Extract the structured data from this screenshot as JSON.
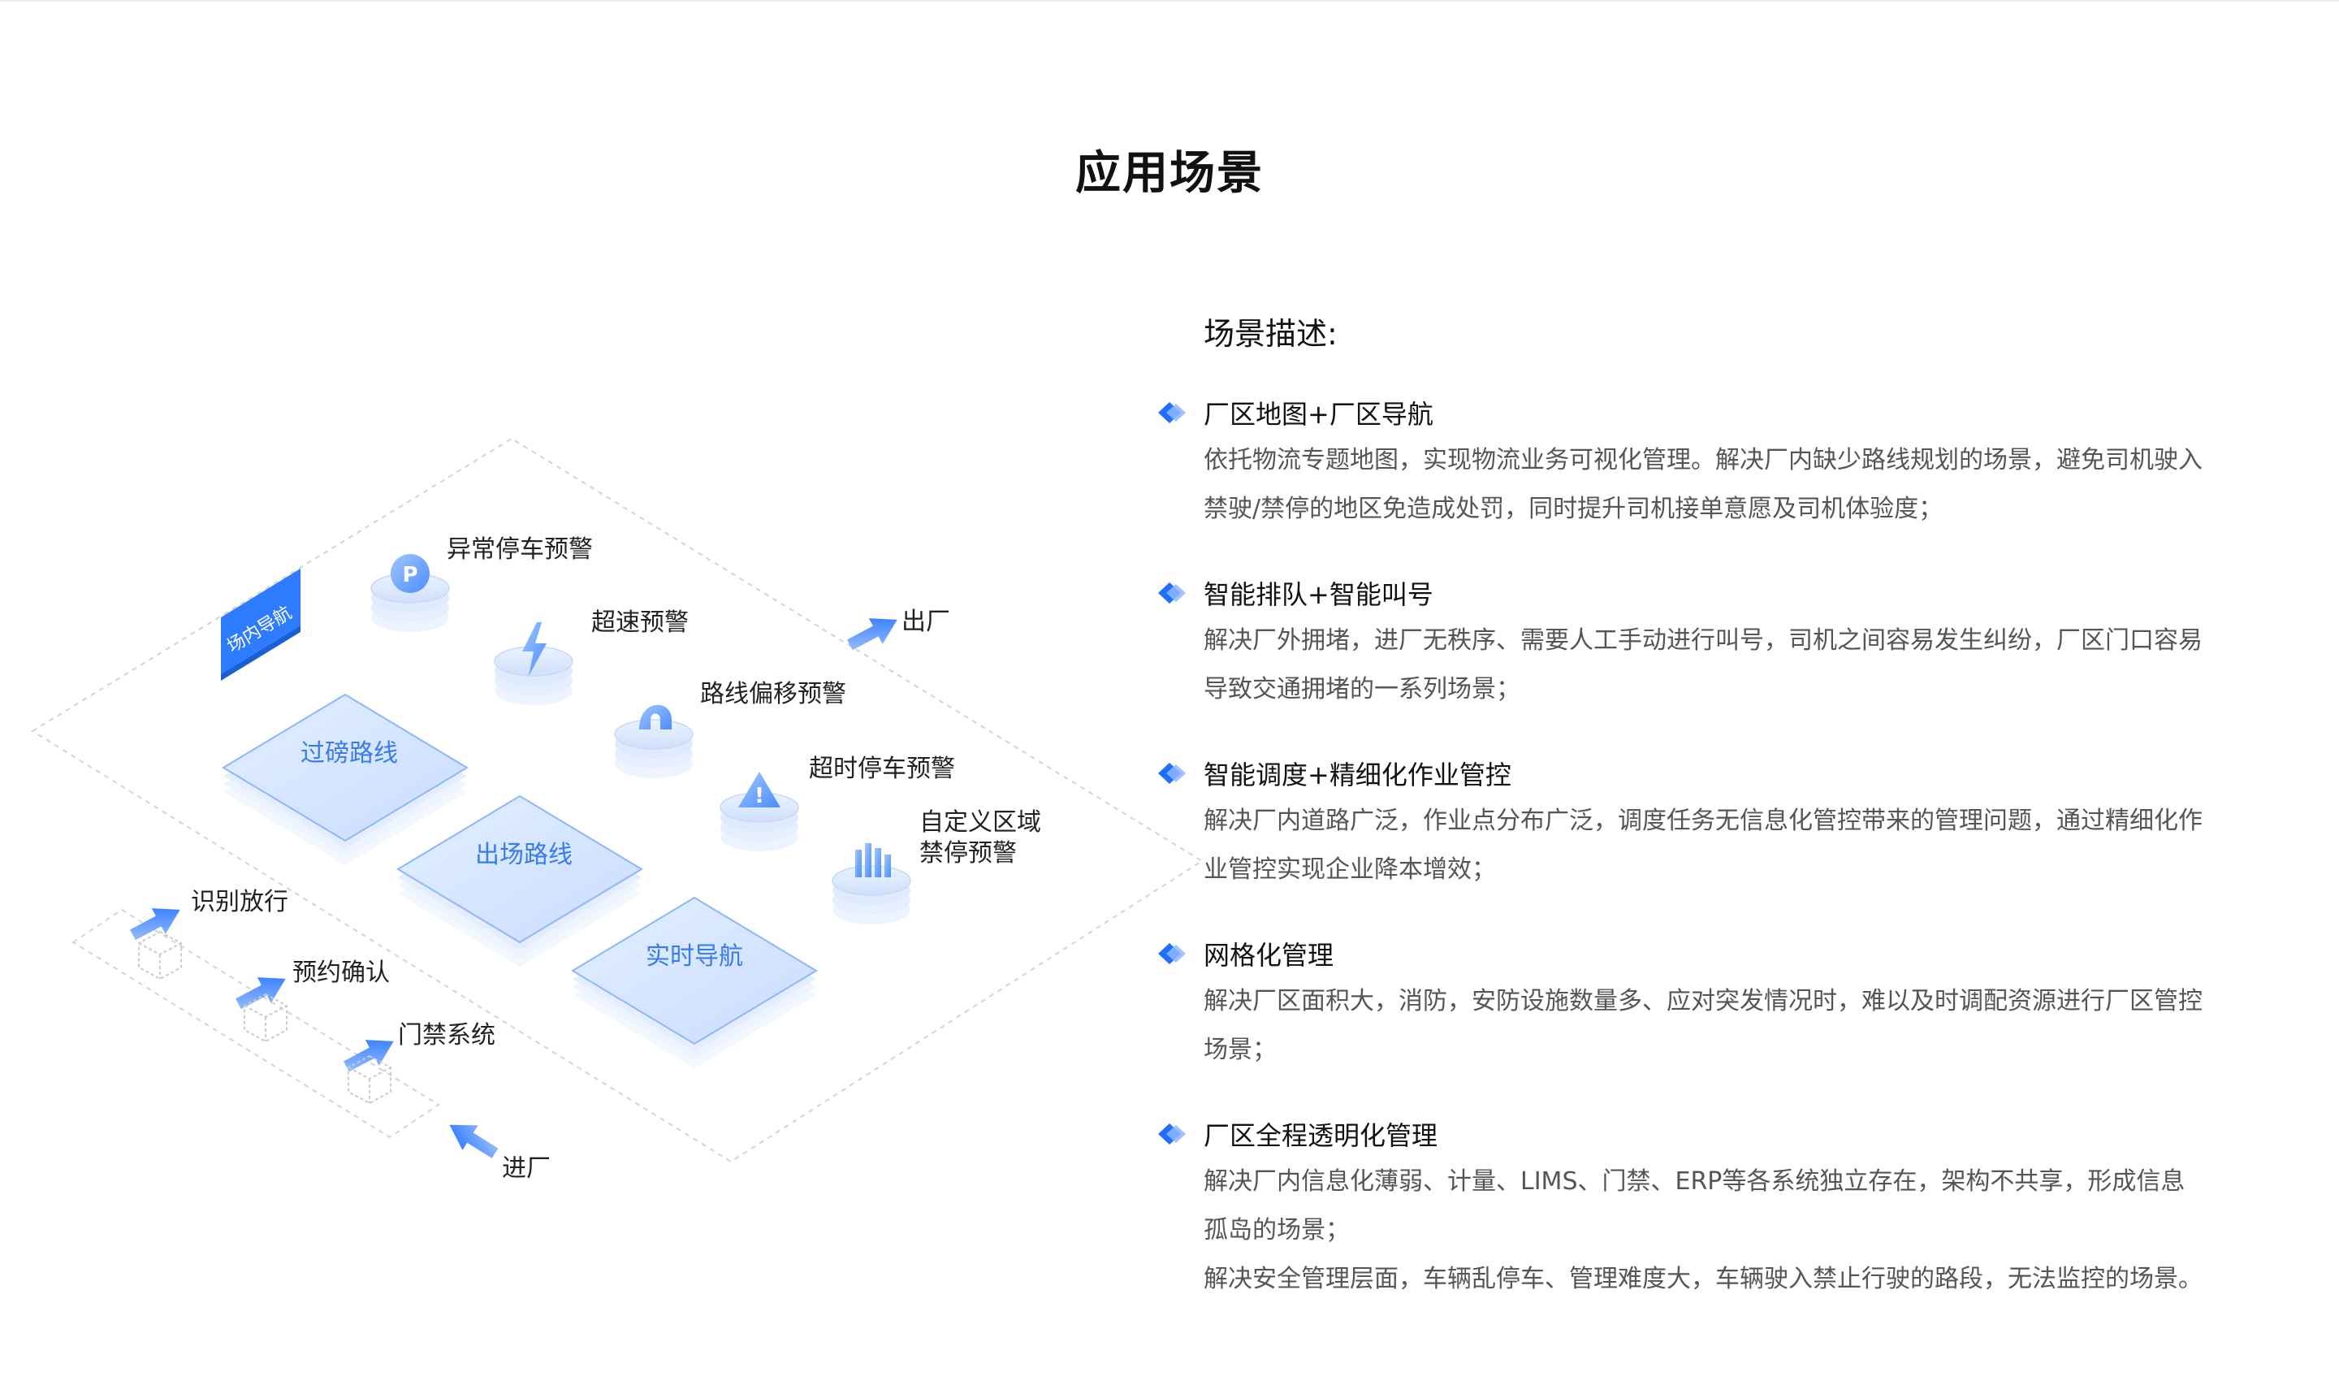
{
  "page_title": "应用场景",
  "scene": {
    "badge": "场内导航",
    "plates": [
      "过磅路线",
      "出场路线",
      "实时导航"
    ],
    "alerts": [
      "异常停车预警",
      "超速预警",
      "路线偏移预警",
      "超时停车预警",
      "自定义区域",
      "禁停预警"
    ],
    "exit_label": "出厂",
    "gate_steps": [
      "识别放行",
      "预约确认",
      "门禁系统"
    ],
    "entry_label": "进厂"
  },
  "description": {
    "title": "场景描述:",
    "items": [
      {
        "title": "厂区地图+厂区导航",
        "lines": [
          "依托物流专题地图，实现物流业务可视化管理。解决厂内缺少路线规划的场景，避免司机驶入",
          "禁驶/禁停的地区免造成处罚，同时提升司机接单意愿及司机体验度；"
        ]
      },
      {
        "title": "智能排队+智能叫号",
        "lines": [
          "解决厂外拥堵，进厂无秩序、需要人工手动进行叫号，司机之间容易发生纠纷，厂区门口容易",
          "导致交通拥堵的一系列场景；"
        ]
      },
      {
        "title": "智能调度+精细化作业管控",
        "lines": [
          "解决厂内道路广泛，作业点分布广泛，调度任务无信息化管控带来的管理问题，通过精细化作",
          "业管控实现企业降本增效；"
        ]
      },
      {
        "title": "网格化管理",
        "lines": [
          "解决厂区面积大，消防，安防设施数量多、应对突发情况时，难以及时调配资源进行厂区管控",
          "场景；"
        ]
      },
      {
        "title": "厂区全程透明化管理",
        "lines": [
          "解决厂内信息化薄弱、计量、LIMS、门禁、ERP等各系统独立存在，架构不共享，形成信息",
          "孤岛的场景；",
          "解决安全管理层面，车辆乱停车、管理难度大，车辆驶入禁止行驶的路段，无法监控的场景。"
        ]
      }
    ]
  },
  "colors": {
    "accent": "#1f6fff",
    "plate": "#d7e7ff",
    "plate_text": "#3a7bea"
  }
}
